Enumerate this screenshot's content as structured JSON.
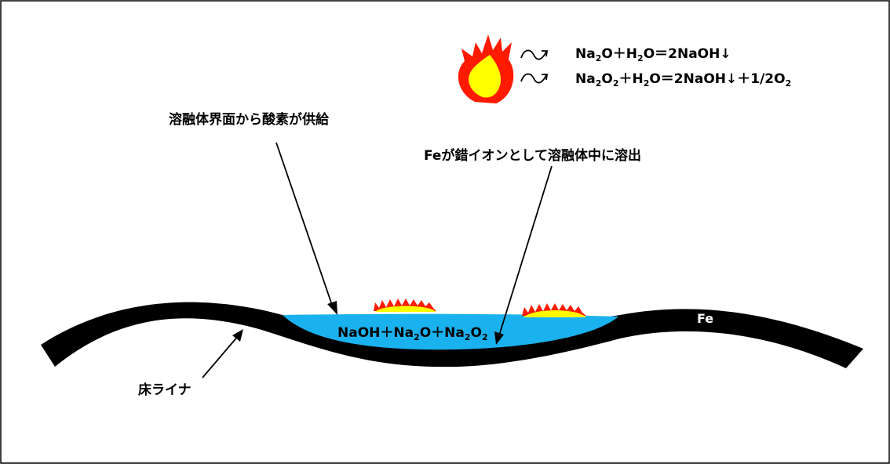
{
  "colors": {
    "liner": "#000000",
    "melt": "#1ab2ee",
    "flame_outer": "#ff1a00",
    "flame_inner": "#ffff00",
    "text": "#000000"
  },
  "icons": {
    "flame": "flame-icon",
    "wave_arrow": "wavy-arrow-icon"
  },
  "equations": {
    "eq1": {
      "parts": [
        "Na",
        "2",
        "O＋H",
        "2",
        "O＝2NaOH↓"
      ]
    },
    "eq2": {
      "parts": [
        "Na",
        "2",
        "O",
        "2",
        "＋H",
        "2",
        "O＝2NaOH↓＋1/2O",
        "2"
      ]
    }
  },
  "labels": {
    "oxygen_supply": "溶融体界面から酸素が供給",
    "fe_dissolution": "Feが錯イオンとして溶融体中に溶出",
    "floor_liner": "床ライナ",
    "fe": "Fe"
  },
  "melt_label": {
    "parts": [
      "NaOH＋Na",
      "2",
      "O＋Na",
      "2",
      "O",
      "2"
    ]
  }
}
